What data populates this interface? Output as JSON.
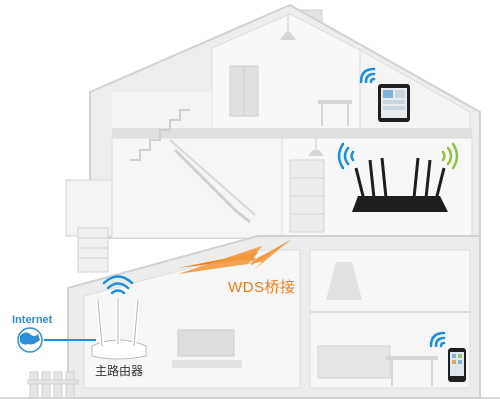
{
  "labels": {
    "internet": "Internet",
    "main_router": "主路由器",
    "wds_bridge": "WDS桥接"
  },
  "icons": {
    "globe": "globe-icon",
    "main_router": "main-router-icon",
    "bridge_router": "bridge-router-icon",
    "tablet": "tablet-icon",
    "phone": "smartphone-icon",
    "wifi": "wifi-signal-icon",
    "lightning": "lightning-bolt-icon"
  },
  "colors": {
    "wifi_blue": "#1a8fe0",
    "wifi_green": "#8cc63f",
    "wds_orange": "#ee7d1a",
    "internet_blue": "#2f8fd6",
    "house_fill": "#eeeeee",
    "wall_gray": "#e2e2e2",
    "outline_gray": "#d3d3d3"
  }
}
